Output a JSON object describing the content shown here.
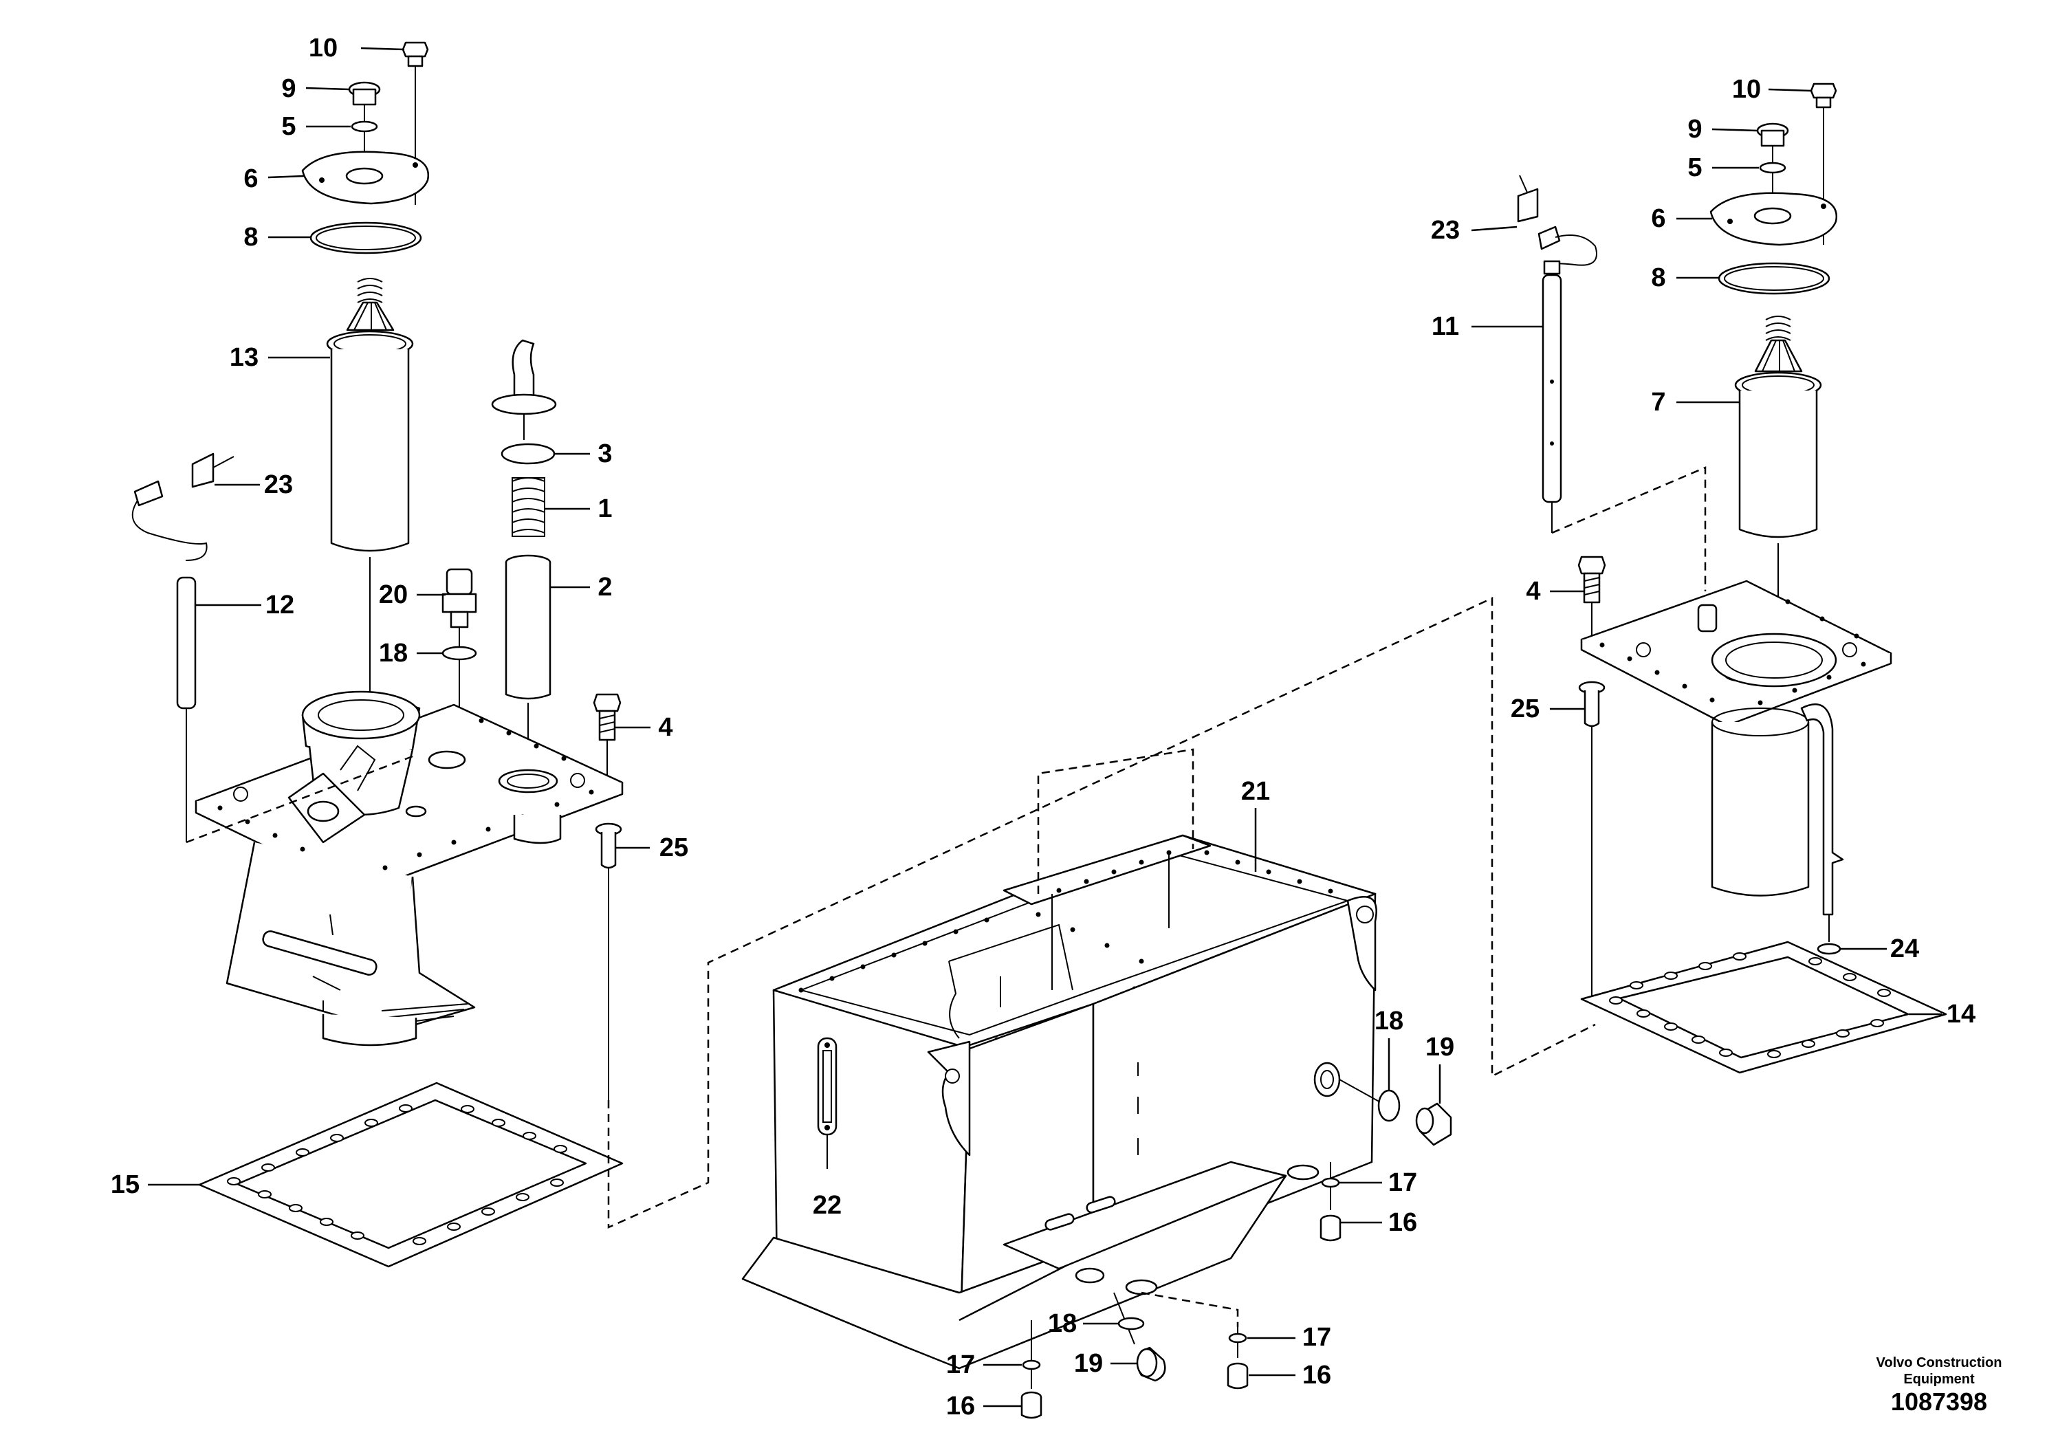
{
  "diagram": {
    "brand_lines": [
      "Volvo Construction",
      "Equipment"
    ],
    "illustration_number": "1087398",
    "callouts": [
      {
        "id": "c10-left",
        "label": "10"
      },
      {
        "id": "c9-left",
        "label": "9"
      },
      {
        "id": "c5-left",
        "label": "5"
      },
      {
        "id": "c6-left",
        "label": "6"
      },
      {
        "id": "c8-left",
        "label": "8"
      },
      {
        "id": "c13",
        "label": "13"
      },
      {
        "id": "c3",
        "label": "3"
      },
      {
        "id": "c1",
        "label": "1"
      },
      {
        "id": "c23-left",
        "label": "23"
      },
      {
        "id": "c2",
        "label": "2"
      },
      {
        "id": "c20",
        "label": "20"
      },
      {
        "id": "c12",
        "label": "12"
      },
      {
        "id": "c18-left",
        "label": "18"
      },
      {
        "id": "c4-left",
        "label": "4"
      },
      {
        "id": "c25-left",
        "label": "25"
      },
      {
        "id": "c15",
        "label": "15"
      },
      {
        "id": "c10-right",
        "label": "10"
      },
      {
        "id": "c9-right",
        "label": "9"
      },
      {
        "id": "c5-right",
        "label": "5"
      },
      {
        "id": "c6-right",
        "label": "6"
      },
      {
        "id": "c23-right",
        "label": "23"
      },
      {
        "id": "c8-right",
        "label": "8"
      },
      {
        "id": "c11",
        "label": "11"
      },
      {
        "id": "c7",
        "label": "7"
      },
      {
        "id": "c4-right",
        "label": "4"
      },
      {
        "id": "c25-right",
        "label": "25"
      },
      {
        "id": "c24",
        "label": "24"
      },
      {
        "id": "c14",
        "label": "14"
      },
      {
        "id": "c21",
        "label": "21"
      },
      {
        "id": "c18-mid",
        "label": "18"
      },
      {
        "id": "c19-mid",
        "label": "19"
      },
      {
        "id": "c17-mid",
        "label": "17"
      },
      {
        "id": "c16-mid",
        "label": "16"
      },
      {
        "id": "c22",
        "label": "22"
      },
      {
        "id": "c18-bottom",
        "label": "18"
      },
      {
        "id": "c17-bottom-left",
        "label": "17"
      },
      {
        "id": "c19-bottom",
        "label": "19"
      },
      {
        "id": "c16-bottom-left",
        "label": "16"
      },
      {
        "id": "c17-bottom-right",
        "label": "17"
      },
      {
        "id": "c16-bottom-right",
        "label": "16"
      }
    ]
  }
}
